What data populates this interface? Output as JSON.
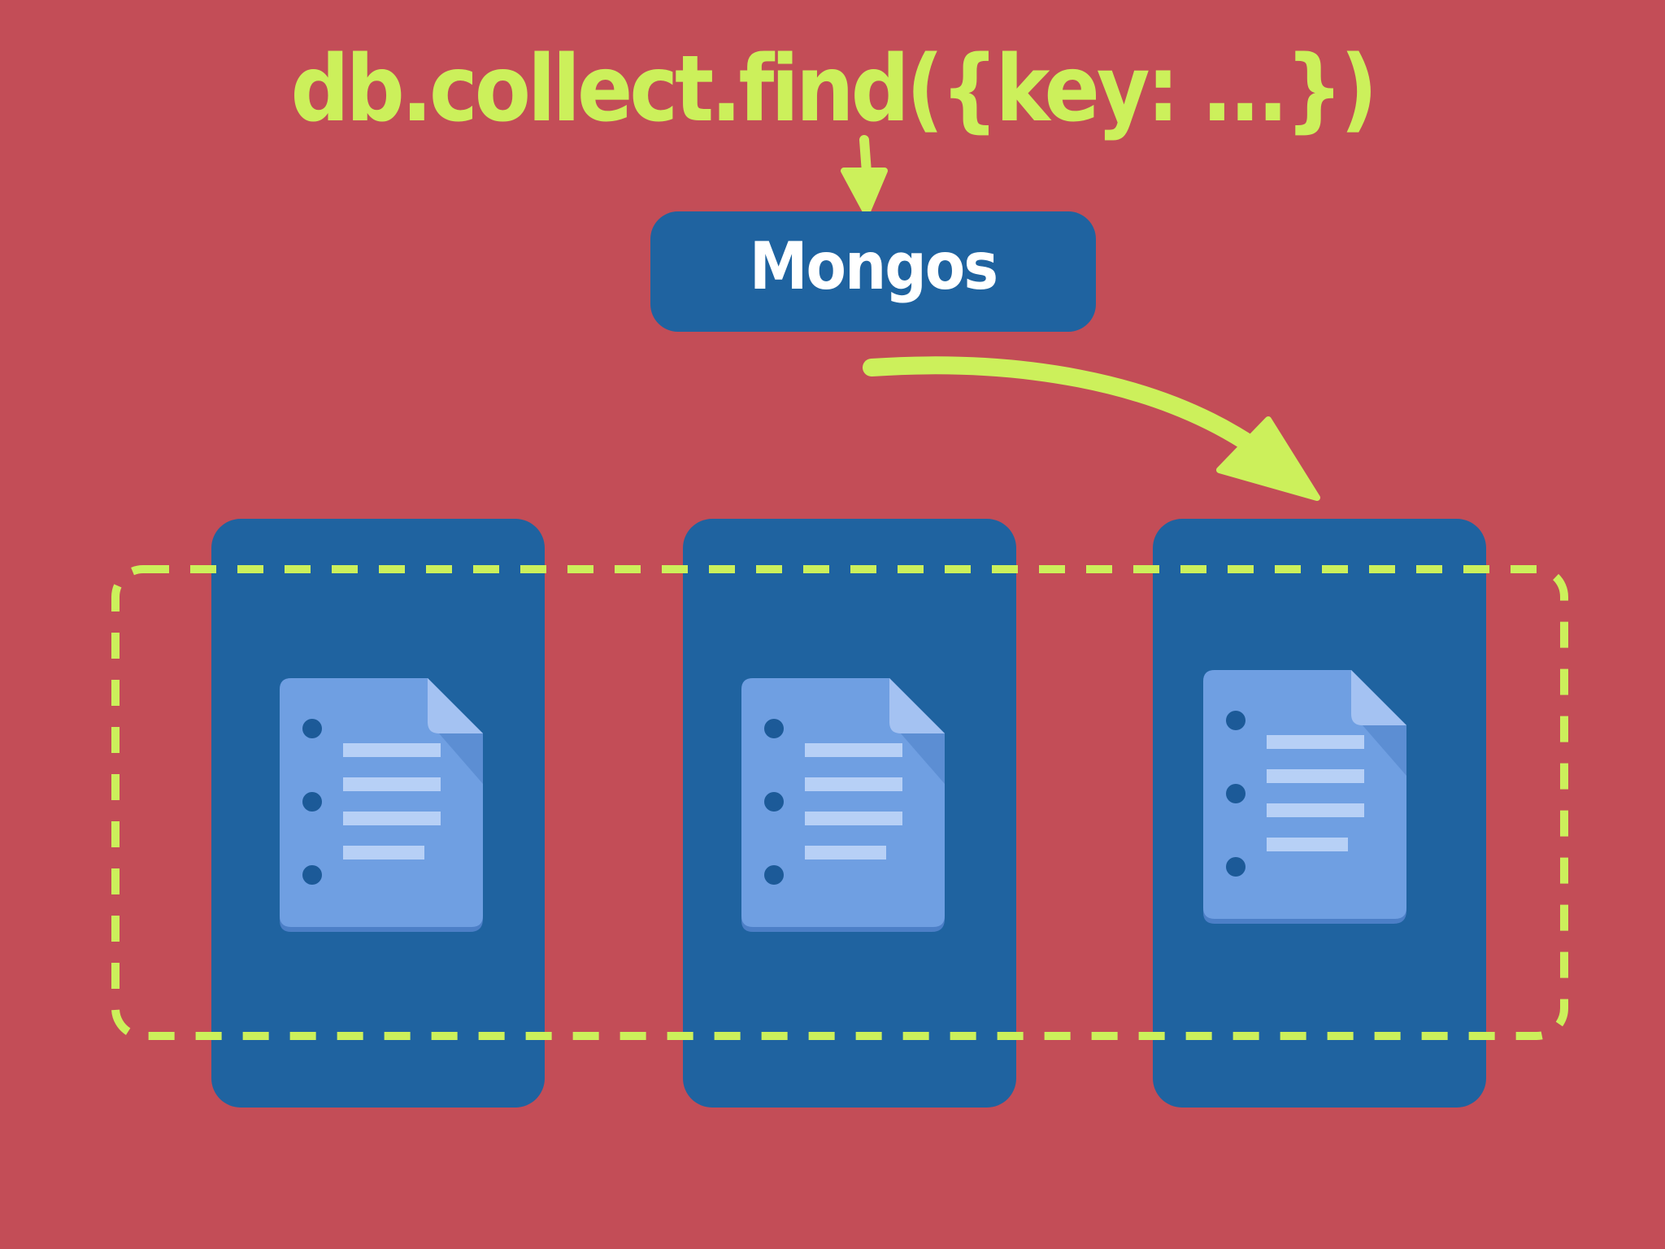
{
  "query": {
    "text": "db.collect.find({key: ...})"
  },
  "router": {
    "label": "Mongos"
  },
  "shards": [
    {
      "icon": "document-icon"
    },
    {
      "icon": "document-icon"
    },
    {
      "icon": "document-icon"
    }
  ],
  "icons": {
    "arrow_down": "arrow-down-icon",
    "arrow_curved": "curved-arrow-icon",
    "dashed_group": "dashed-selection-outline"
  },
  "colors": {
    "background": "#C34D57",
    "accent": "#CCF05B",
    "box": "#1F63A0",
    "doc_body": "#6F9FE2",
    "doc_fold": "#A4C2F2",
    "doc_shadow": "#4C7FC7",
    "doc_line": "#B7D0F6",
    "doc_dot": "#1C5A98",
    "text_light": "#FFFFFF"
  }
}
